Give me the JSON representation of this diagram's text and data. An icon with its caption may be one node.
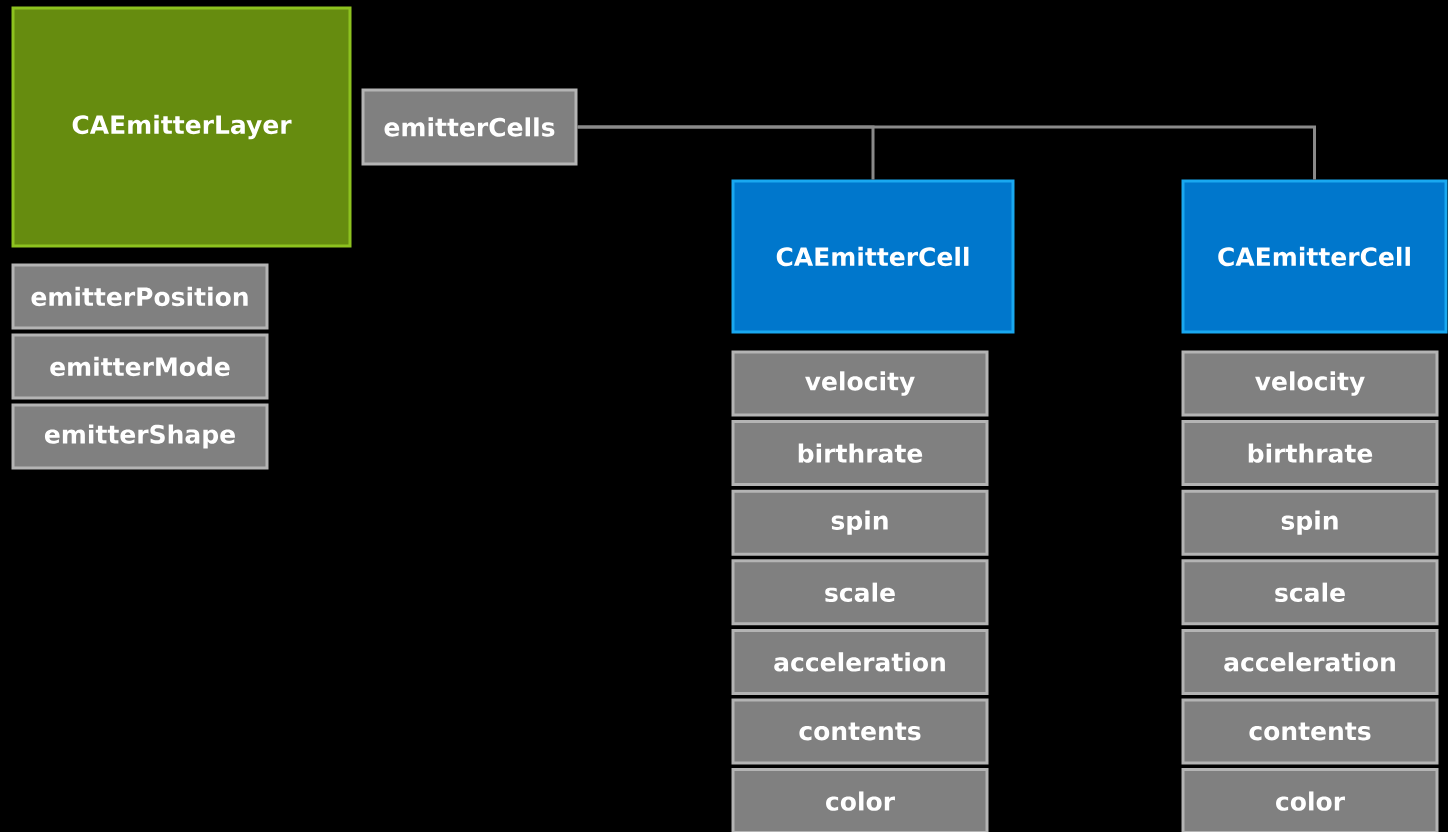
{
  "diagram": {
    "nodes": [
      {
        "text": [
          "CAEmitterLayer"
        ]
      },
      {
        "text": [
          "emitterPosition"
        ]
      },
      {
        "text": [
          "emitterMode"
        ]
      },
      {
        "text": [
          "emitterShape"
        ]
      },
      {
        "text": [
          "emitterCells"
        ]
      },
      {
        "text": [
          "CAEmitterCell"
        ]
      },
      {
        "text": [
          "velocity"
        ]
      },
      {
        "text": [
          "birthrate"
        ]
      },
      {
        "text": [
          "spin"
        ]
      },
      {
        "text": [
          "scale"
        ]
      },
      {
        "text": [
          "acceleration"
        ]
      },
      {
        "text": [
          "contents"
        ]
      },
      {
        "text": [
          "color"
        ]
      },
      {
        "text": [
          "CAEmitterCell"
        ]
      },
      {
        "text": [
          "velocity"
        ]
      },
      {
        "text": [
          "birthrate"
        ]
      },
      {
        "text": [
          "spin"
        ]
      },
      {
        "text": [
          "scale"
        ]
      },
      {
        "text": [
          "acceleration"
        ]
      },
      {
        "text": [
          "contents"
        ]
      },
      {
        "text": [
          "color"
        ]
      }
    ],
    "edges": [
      {
        "from": 4,
        "to": 5,
        "arrow": "none"
      },
      {
        "from": 4,
        "to": 13,
        "arrow": "none"
      }
    ]
  }
}
